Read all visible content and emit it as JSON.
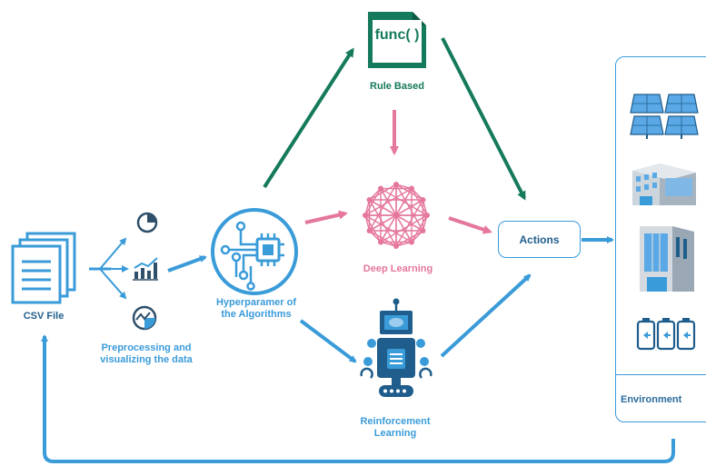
{
  "nodes": {
    "csv_file": "CSV File",
    "preprocessing": "Preprocessing and visualizing the data",
    "hyperparameter": "Hyperparamer of the Algorithms",
    "rule_based": "Rule Based",
    "func_icon_text": "func( )",
    "deep_learning": "Deep Learning",
    "reinforcement": "Reinforcement Learning",
    "actions": "Actions",
    "environment": "Environment"
  },
  "colors": {
    "blue": "#3a9bd9",
    "green": "#157a5c",
    "pink": "#e5779c",
    "navy": "#1f5d8c"
  },
  "icons": [
    "documents-icon",
    "pie-chart-icon",
    "bar-chart-icon",
    "gauge-chart-icon",
    "circuit-chip-icon",
    "function-file-icon",
    "neural-network-icon",
    "robot-icon",
    "solar-panel-icon",
    "building-icon",
    "office-building-icon",
    "battery-icon"
  ]
}
